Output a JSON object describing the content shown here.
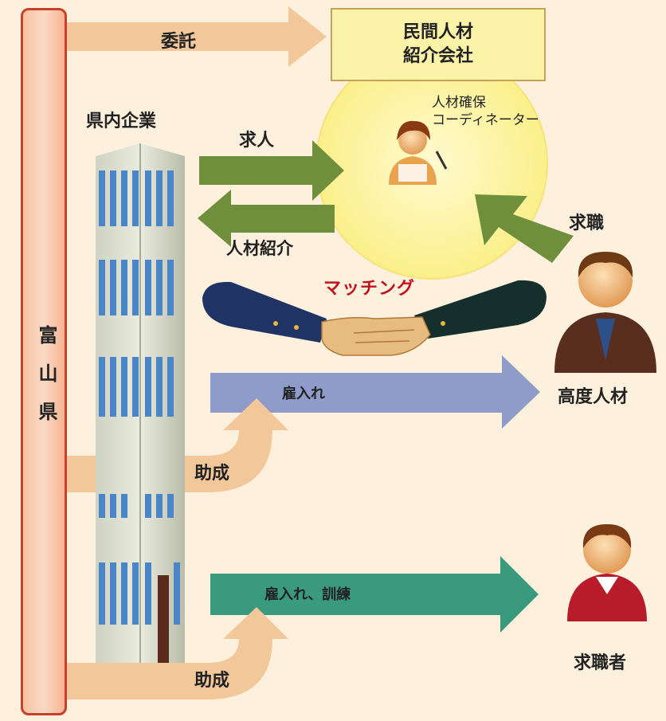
{
  "prefecture": {
    "name": "富山県"
  },
  "company_box": {
    "line1": "民間人材",
    "line2": "紹介会社"
  },
  "coordinator": {
    "line1": "人材確保",
    "line2": "コーディネーター"
  },
  "labels": {
    "commission": "委託",
    "local_companies": "県内企業",
    "job_offer": "求人",
    "referral": "人材紹介",
    "job_seeking": "求職",
    "matching": "マッチング",
    "hiring": "雇入れ",
    "highly_skilled": "高度人材",
    "subsidy_1": "助成",
    "hiring_training": "雇入れ、訓練",
    "job_seekers": "求職者",
    "subsidy_2": "助成"
  },
  "colors": {
    "green_arrow": "#6f8f3c",
    "blue_arrow": "#8f9bc9",
    "teal_arrow": "#3a9a7e",
    "orange_arrow": "#f2c79a",
    "pref_border": "#c8402c",
    "circle": "#fdf39a"
  },
  "icons": [
    "building-icon",
    "coordinator-person-icon",
    "handshake-icon",
    "skilled-person-icon",
    "job-seeker-icon"
  ]
}
